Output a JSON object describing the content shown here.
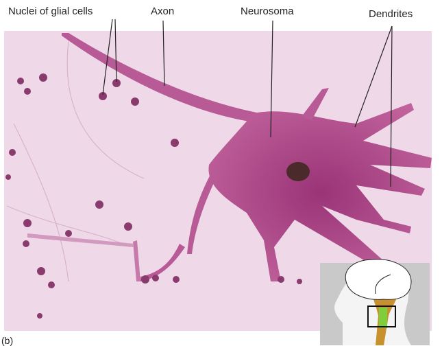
{
  "figure": {
    "labels": {
      "nuclei": "Nuclei of glial cells",
      "axon": "Axon",
      "neurosoma": "Neurosoma",
      "dendrites": "Dendrites"
    },
    "panel_letter": "(b)",
    "colors": {
      "background_tissue": "#efd9e8",
      "neuron": "#b04a8c",
      "nucleus": "#4a2a2a",
      "spinal_cord": "#7fcf3a",
      "brainstem": "#c9912e"
    }
  }
}
